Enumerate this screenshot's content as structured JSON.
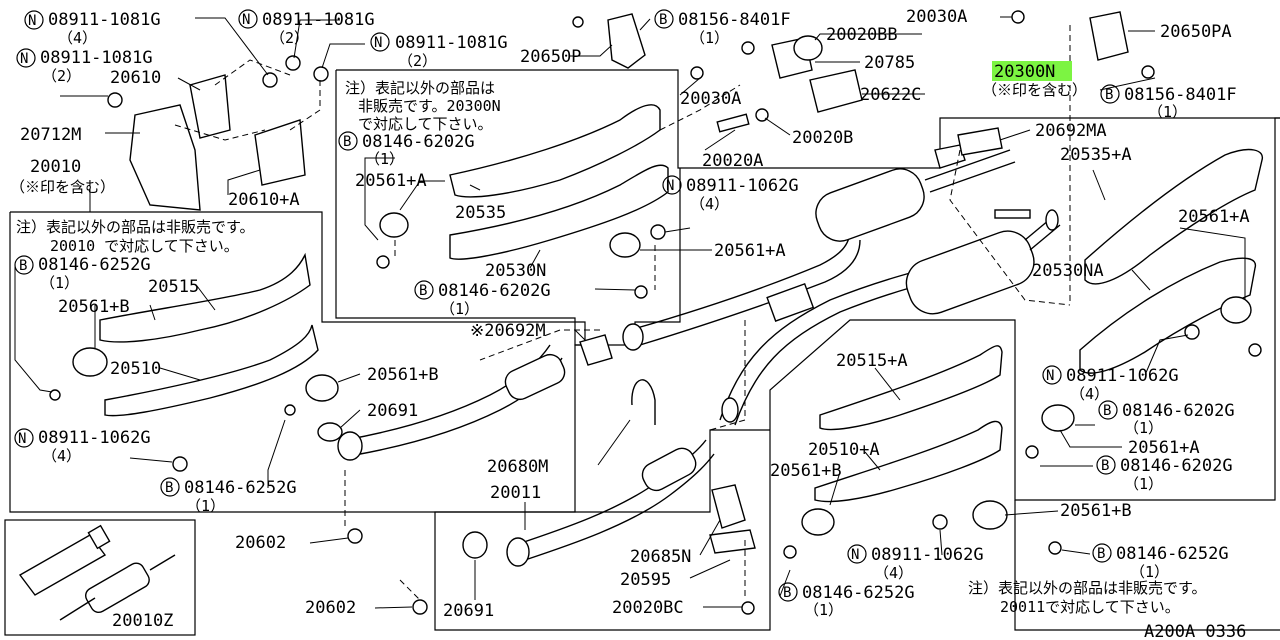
{
  "diagram_code": "A200A 0336",
  "highlighted_part": "20300N",
  "notes": {
    "left_line1": "注）表記以外の部品は非販売です。",
    "left_line2": "20010 で対応して下さい。",
    "center_line1": "注）表記以外の部品は",
    "center_line2": "非販売です。20300N",
    "center_line3": "で対応して下さい。",
    "right_line1": "注）表記以外の部品は非販売です。",
    "right_line2": "20011で対応して下さい。",
    "incl_20010": "（※印を含む）",
    "incl_20300N": "（※印を含む）"
  },
  "labels": {
    "p08911_1081G_a": "08911-1081G",
    "q4_a": "（4）",
    "p08911_1081G_b": "08911-1081G",
    "q2_b": "（2）",
    "p08911_1081G_c": "08911-1081G",
    "q2_c": "（2）",
    "p08911_1081G_d": "08911-1081G",
    "q2_d": "（2）",
    "p20610": "20610",
    "p20712M": "20712M",
    "p20610A": "20610+A",
    "p20010": "20010",
    "p08146_6252G_a": "08146-6252G",
    "q1_a": "（1）",
    "p20515": "20515",
    "p20561B_a": "20561+B",
    "p20510": "20510",
    "p20561B_b": "20561+B",
    "p20691_a": "20691",
    "p08911_1062G_a": "08911-1062G",
    "q4_b": "（4）",
    "p08146_6252G_b": "08146-6252G",
    "q1_b": "（1）",
    "p20602_a": "20602",
    "p20010Z": "20010Z",
    "p20602_b": "20602",
    "p08156_8401F_a": "08156-8401F",
    "q1_c": "（1）",
    "p20650P": "20650P",
    "p08146_6202G_a": "08146-6202G",
    "q1_d": "（1）",
    "p20561A_a": "20561+A",
    "p20535": "20535",
    "p20530N": "20530N",
    "p08146_6202G_b": "08146-6202G",
    "q1_e": "（1）",
    "p20692M": "※20692M",
    "p20030A_a": "20030A",
    "p20020B": "20020B",
    "p20020A": "20020A",
    "p08911_1062G_b": "08911-1062G",
    "q4_c": "（4）",
    "p20561A_b": "20561+A",
    "p20680M": "20680M",
    "p20011": "20011",
    "p20685N": "20685N",
    "p20595": "20595",
    "p20691_b": "20691",
    "p20020BC": "20020BC",
    "p20030A_b": "20030A",
    "p20020BB": "20020BB",
    "p20785": "20785",
    "p20622C": "20622C",
    "p20650PA": "20650PA",
    "p08156_8401F_b": "08156-8401F",
    "q1_f": "（1）",
    "p20692MA": "20692MA",
    "p20535A": "20535+A",
    "p20561A_c": "20561+A",
    "p20530NA": "20530NA",
    "p08911_1062G_c": "08911-1062G",
    "q4_d": "（4）",
    "p08146_6202G_c": "08146-6202G",
    "q1_g": "（1）",
    "p20561A_d": "20561+A",
    "p08146_6202G_d": "08146-6202G",
    "q1_h": "（1）",
    "p20515A": "20515+A",
    "p20510A": "20510+A",
    "p20561B_c": "20561+B",
    "p20561B_d": "20561+B",
    "p08911_1062G_d": "08911-1062G",
    "q4_e": "（4）",
    "p08146_6252G_c": "08146-6252G",
    "q1_i": "（1）",
    "p08146_6252G_d": "08146-6252G",
    "q1_j": "（1）"
  },
  "prefix_symbols": {
    "nut": "N",
    "bolt": "B"
  },
  "colors": {
    "highlight": "#7cf442",
    "ink": "#000000",
    "background": "#ffffff"
  }
}
